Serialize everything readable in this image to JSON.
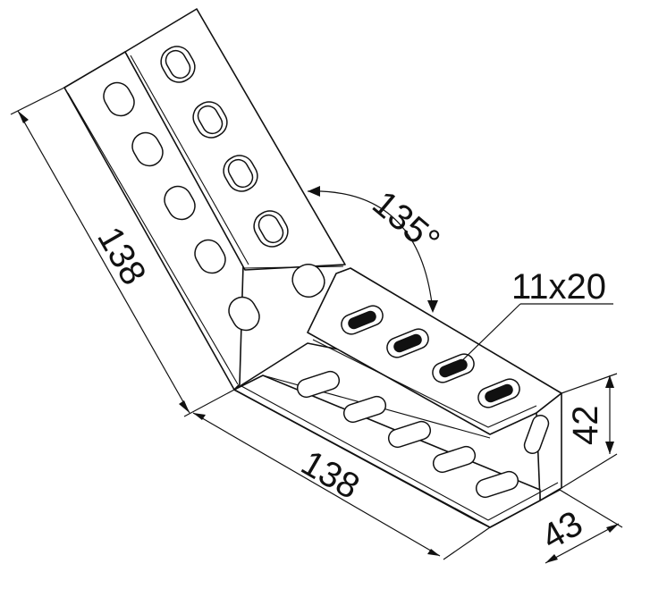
{
  "drawing": {
    "dimensions": {
      "left_length": "138",
      "bottom_length": "138",
      "angle": "135°",
      "hole_size": "11x20",
      "height": "42",
      "width": "43"
    }
  }
}
